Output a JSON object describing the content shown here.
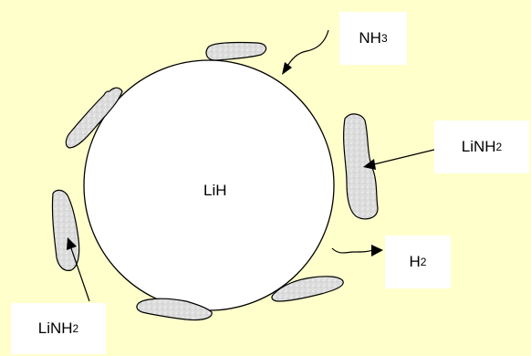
{
  "diagram": {
    "center_label": "LiH",
    "labels": {
      "nh3": {
        "base": "NH",
        "sub": "3"
      },
      "linh2_right": {
        "base": "LiNH",
        "sub": "2"
      },
      "h2": {
        "base": "H",
        "sub": "2"
      },
      "linh2_bottom": {
        "base": "LiNH",
        "sub": "2"
      }
    },
    "colors": {
      "background": "#ffffcc",
      "particle_fill": "#d9d9d9",
      "particle_stroke": "#000000",
      "sphere_fill": "#ffffff",
      "label_background": "#ffffff"
    }
  }
}
